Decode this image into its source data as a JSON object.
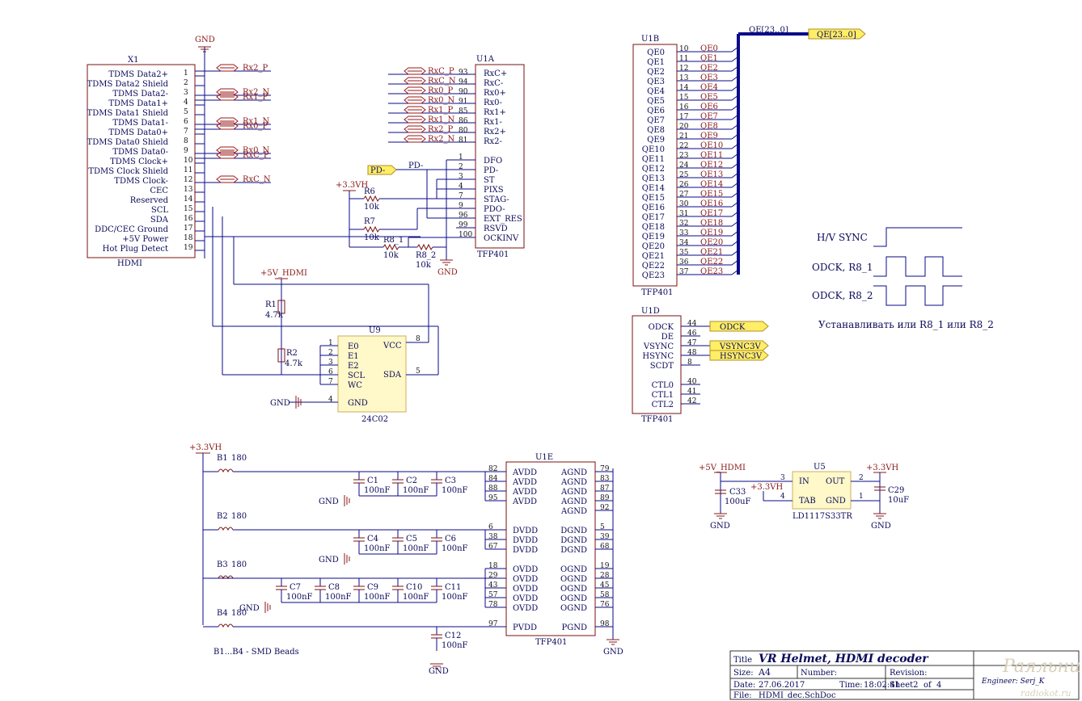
{
  "x1": {
    "ref": "X1",
    "name": "HDMI",
    "pins": [
      {
        "num": "1",
        "label": "TDMS Data2+"
      },
      {
        "num": "2",
        "label": "TDMS Data2 Shield"
      },
      {
        "num": "3",
        "label": "TDMS Data2-"
      },
      {
        "num": "4",
        "label": "TDMS Data1+"
      },
      {
        "num": "5",
        "label": "TDMS Data1 Shield"
      },
      {
        "num": "6",
        "label": "TDMS Data1-"
      },
      {
        "num": "7",
        "label": "TDMS Data0+"
      },
      {
        "num": "8",
        "label": "TDMS Data0 Shield"
      },
      {
        "num": "9",
        "label": "TDMS Data0-"
      },
      {
        "num": "10",
        "label": "TDMS Clock+"
      },
      {
        "num": "11",
        "label": "TDMS Clock Shield"
      },
      {
        "num": "12",
        "label": "TDMS Clock-"
      },
      {
        "num": "13",
        "label": "CEC"
      },
      {
        "num": "14",
        "label": "Reserved"
      },
      {
        "num": "15",
        "label": "SCL"
      },
      {
        "num": "16",
        "label": "SDA"
      },
      {
        "num": "17",
        "label": "DDC/CEC Ground"
      },
      {
        "num": "18",
        "label": "+5V Power"
      },
      {
        "num": "19",
        "label": "Hot Plug Detect"
      }
    ],
    "nets": [
      "Rx2_P",
      "Rx2_N",
      "Rx1_P",
      "Rx1_N",
      "Rx0_P",
      "Rx0_N",
      "RxC_P",
      "RxC_N"
    ],
    "gnd": "GND"
  },
  "u1a": {
    "ref": "U1A",
    "part": "TFP401",
    "rx_pins": [
      {
        "net": "RxC_P",
        "num": "93",
        "label": "RxC+"
      },
      {
        "net": "RxC_N",
        "num": "94",
        "label": "RxC-"
      },
      {
        "net": "Rx0_P",
        "num": "90",
        "label": "Rx0+"
      },
      {
        "net": "Rx0_N",
        "num": "91",
        "label": "Rx0-"
      },
      {
        "net": "Rx1_P",
        "num": "85",
        "label": "Rx1+"
      },
      {
        "net": "Rx1_N",
        "num": "86",
        "label": "Rx1-"
      },
      {
        "net": "Rx2_P",
        "num": "80",
        "label": "Rx2+"
      },
      {
        "net": "Rx2_N",
        "num": "81",
        "label": "Rx2-"
      }
    ],
    "ctl_pins": [
      {
        "num": "1",
        "label": "DFO"
      },
      {
        "num": "2",
        "label": "PD-"
      },
      {
        "num": "3",
        "label": "ST"
      },
      {
        "num": "4",
        "label": "PIXS"
      },
      {
        "num": "7",
        "label": "STAG-"
      },
      {
        "num": "9",
        "label": "PDO-"
      },
      {
        "num": "96",
        "label": "EXT_RES"
      },
      {
        "num": "99",
        "label": "RSVD"
      },
      {
        "num": "100",
        "label": "OCKINV"
      }
    ],
    "pd_port": "PD-",
    "pd_net": "PD-",
    "pwr": "+3.3VH",
    "r6": "R6",
    "r6v": "10k",
    "r7": "R7",
    "r7v": "10k",
    "r81": "R8_1",
    "r81v": "10k",
    "r82": "R8_2",
    "r82v": "10k",
    "gnd": "GND"
  },
  "u1b": {
    "ref": "U1B",
    "part": "TFP401",
    "bus_net": "QE[23..0]",
    "bus_port": "QE[23..0]",
    "pins": [
      {
        "num": "10",
        "label": "QE0",
        "net": "QE0"
      },
      {
        "num": "11",
        "label": "QE1",
        "net": "QE1"
      },
      {
        "num": "12",
        "label": "QE2",
        "net": "QE2"
      },
      {
        "num": "13",
        "label": "QE3",
        "net": "QE3"
      },
      {
        "num": "14",
        "label": "QE4",
        "net": "QE4"
      },
      {
        "num": "15",
        "label": "QE5",
        "net": "QE5"
      },
      {
        "num": "16",
        "label": "QE6",
        "net": "QE6"
      },
      {
        "num": "17",
        "label": "QE7",
        "net": "QE7"
      },
      {
        "num": "20",
        "label": "QE8",
        "net": "QE8"
      },
      {
        "num": "21",
        "label": "QE9",
        "net": "QE9"
      },
      {
        "num": "22",
        "label": "QE10",
        "net": "QE10"
      },
      {
        "num": "23",
        "label": "QE11",
        "net": "QE11"
      },
      {
        "num": "24",
        "label": "QE12",
        "net": "QE12"
      },
      {
        "num": "25",
        "label": "QE13",
        "net": "QE13"
      },
      {
        "num": "26",
        "label": "QE14",
        "net": "QE14"
      },
      {
        "num": "27",
        "label": "QE15",
        "net": "QE15"
      },
      {
        "num": "30",
        "label": "QE16",
        "net": "QE16"
      },
      {
        "num": "31",
        "label": "QE17",
        "net": "QE17"
      },
      {
        "num": "32",
        "label": "QE18",
        "net": "QE18"
      },
      {
        "num": "33",
        "label": "QE19",
        "net": "QE19"
      },
      {
        "num": "34",
        "label": "QE20",
        "net": "QE20"
      },
      {
        "num": "35",
        "label": "QE21",
        "net": "QE21"
      },
      {
        "num": "36",
        "label": "QE22",
        "net": "QE22"
      },
      {
        "num": "37",
        "label": "QE23",
        "net": "QE23"
      }
    ]
  },
  "u1d": {
    "ref": "U1D",
    "part": "TFP401",
    "pins": [
      {
        "num": "44",
        "label": "ODCK",
        "port": "ODCK"
      },
      {
        "num": "46",
        "label": "DE",
        "port": ""
      },
      {
        "num": "47",
        "label": "VSYNC",
        "port": "VSYNC3V"
      },
      {
        "num": "48",
        "label": "HSYNC",
        "port": "HSYNC3V"
      },
      {
        "num": "8",
        "label": "SCDT",
        "port": ""
      },
      {
        "num": "40",
        "label": "CTL0",
        "port": ""
      },
      {
        "num": "41",
        "label": "CTL1",
        "port": ""
      },
      {
        "num": "42",
        "label": "CTL2",
        "port": ""
      }
    ]
  },
  "timing": {
    "hv": "H/V SYNC",
    "odck1": "ODCK, R8_1",
    "odck2": "ODCK, R8_2",
    "note": "Устанавливать или R8_1 или R8_2"
  },
  "u9": {
    "ref": "U9",
    "part": "24C02",
    "pwr": "+5V_HDMI",
    "r1": "R1",
    "r1v": "4.7k",
    "r2": "R2",
    "r2v": "4.7k",
    "gnd": "GND",
    "left_pins": [
      {
        "num": "1",
        "label": "E0"
      },
      {
        "num": "2",
        "label": "E1"
      },
      {
        "num": "3",
        "label": "E2"
      },
      {
        "num": "6",
        "label": "SCL"
      },
      {
        "num": "7",
        "label": "WC"
      },
      {
        "num": "4",
        "label": "GND"
      }
    ],
    "right_pins": [
      {
        "num": "8",
        "label": "VCC"
      },
      {
        "num": "5",
        "label": "SDA"
      }
    ]
  },
  "u1e": {
    "ref": "U1E",
    "part": "TFP401",
    "pwr": "+3.3VH",
    "gnd": "GND",
    "beads": [
      {
        "ref": "B1",
        "val": "180"
      },
      {
        "ref": "B2",
        "val": "180"
      },
      {
        "ref": "B3",
        "val": "180"
      },
      {
        "ref": "B4",
        "val": "180"
      }
    ],
    "bead_note": "B1...B4 - SMD Beads",
    "caps": [
      {
        "ref": "C1",
        "val": "100nF"
      },
      {
        "ref": "C2",
        "val": "100nF"
      },
      {
        "ref": "C3",
        "val": "100nF"
      },
      {
        "ref": "C4",
        "val": "100nF"
      },
      {
        "ref": "C5",
        "val": "100nF"
      },
      {
        "ref": "C6",
        "val": "100nF"
      },
      {
        "ref": "C7",
        "val": "100nF"
      },
      {
        "ref": "C8",
        "val": "100nF"
      },
      {
        "ref": "C9",
        "val": "100nF"
      },
      {
        "ref": "C10",
        "val": "100nF"
      },
      {
        "ref": "C11",
        "val": "100nF"
      },
      {
        "ref": "C12",
        "val": "100nF"
      }
    ],
    "left_pins": [
      {
        "num": "82",
        "label": "AVDD"
      },
      {
        "num": "84",
        "label": "AVDD"
      },
      {
        "num": "88",
        "label": "AVDD"
      },
      {
        "num": "95",
        "label": "AVDD"
      },
      {
        "num": "6",
        "label": "DVDD"
      },
      {
        "num": "38",
        "label": "DVDD"
      },
      {
        "num": "67",
        "label": "DVDD"
      },
      {
        "num": "18",
        "label": "OVDD"
      },
      {
        "num": "29",
        "label": "OVDD"
      },
      {
        "num": "43",
        "label": "OVDD"
      },
      {
        "num": "57",
        "label": "OVDD"
      },
      {
        "num": "78",
        "label": "OVDD"
      },
      {
        "num": "97",
        "label": "PVDD"
      }
    ],
    "right_pins": [
      {
        "num": "79",
        "label": "AGND"
      },
      {
        "num": "83",
        "label": "AGND"
      },
      {
        "num": "87",
        "label": "AGND"
      },
      {
        "num": "89",
        "label": "AGND"
      },
      {
        "num": "92",
        "label": "AGND"
      },
      {
        "num": "5",
        "label": "DGND"
      },
      {
        "num": "39",
        "label": "DGND"
      },
      {
        "num": "68",
        "label": "DGND"
      },
      {
        "num": "19",
        "label": "OGND"
      },
      {
        "num": "28",
        "label": "OGND"
      },
      {
        "num": "45",
        "label": "OGND"
      },
      {
        "num": "58",
        "label": "OGND"
      },
      {
        "num": "76",
        "label": "OGND"
      },
      {
        "num": "98",
        "label": "PGND"
      }
    ]
  },
  "u5": {
    "ref": "U5",
    "part": "LD1117S33TR",
    "in_pwr": "+5V_HDMI",
    "out_pwr": "+3.3VH",
    "tab_pwr": "+3.3VH",
    "c33": "C33",
    "c33v": "100uF",
    "c29": "C29",
    "c29v": "10uF",
    "gnd": "GND",
    "pins": [
      {
        "num": "3",
        "label": "IN"
      },
      {
        "num": "2",
        "label": "OUT"
      },
      {
        "num": "4",
        "label": "TAB"
      },
      {
        "num": "1",
        "label": "GND"
      }
    ]
  },
  "title_block": {
    "title_label": "Title",
    "title": "VR Helmet, HDMI decoder",
    "size_label": "Size:",
    "size": "A4",
    "number_label": "Number:",
    "revision_label": "Revision:",
    "date_label": "Date:",
    "date": "27.06.2017",
    "time_label": "Time:",
    "time": "18:02:41",
    "sheet_label": "Sheet2",
    "of_label": "of",
    "of": "4",
    "file_label": "File:",
    "file": "HDMI_dec.SchDoc",
    "engineer": "Engineer: Serj_K",
    "watermark": "Paяльник КОТ",
    "watermark_site": "radiokot.ru"
  }
}
